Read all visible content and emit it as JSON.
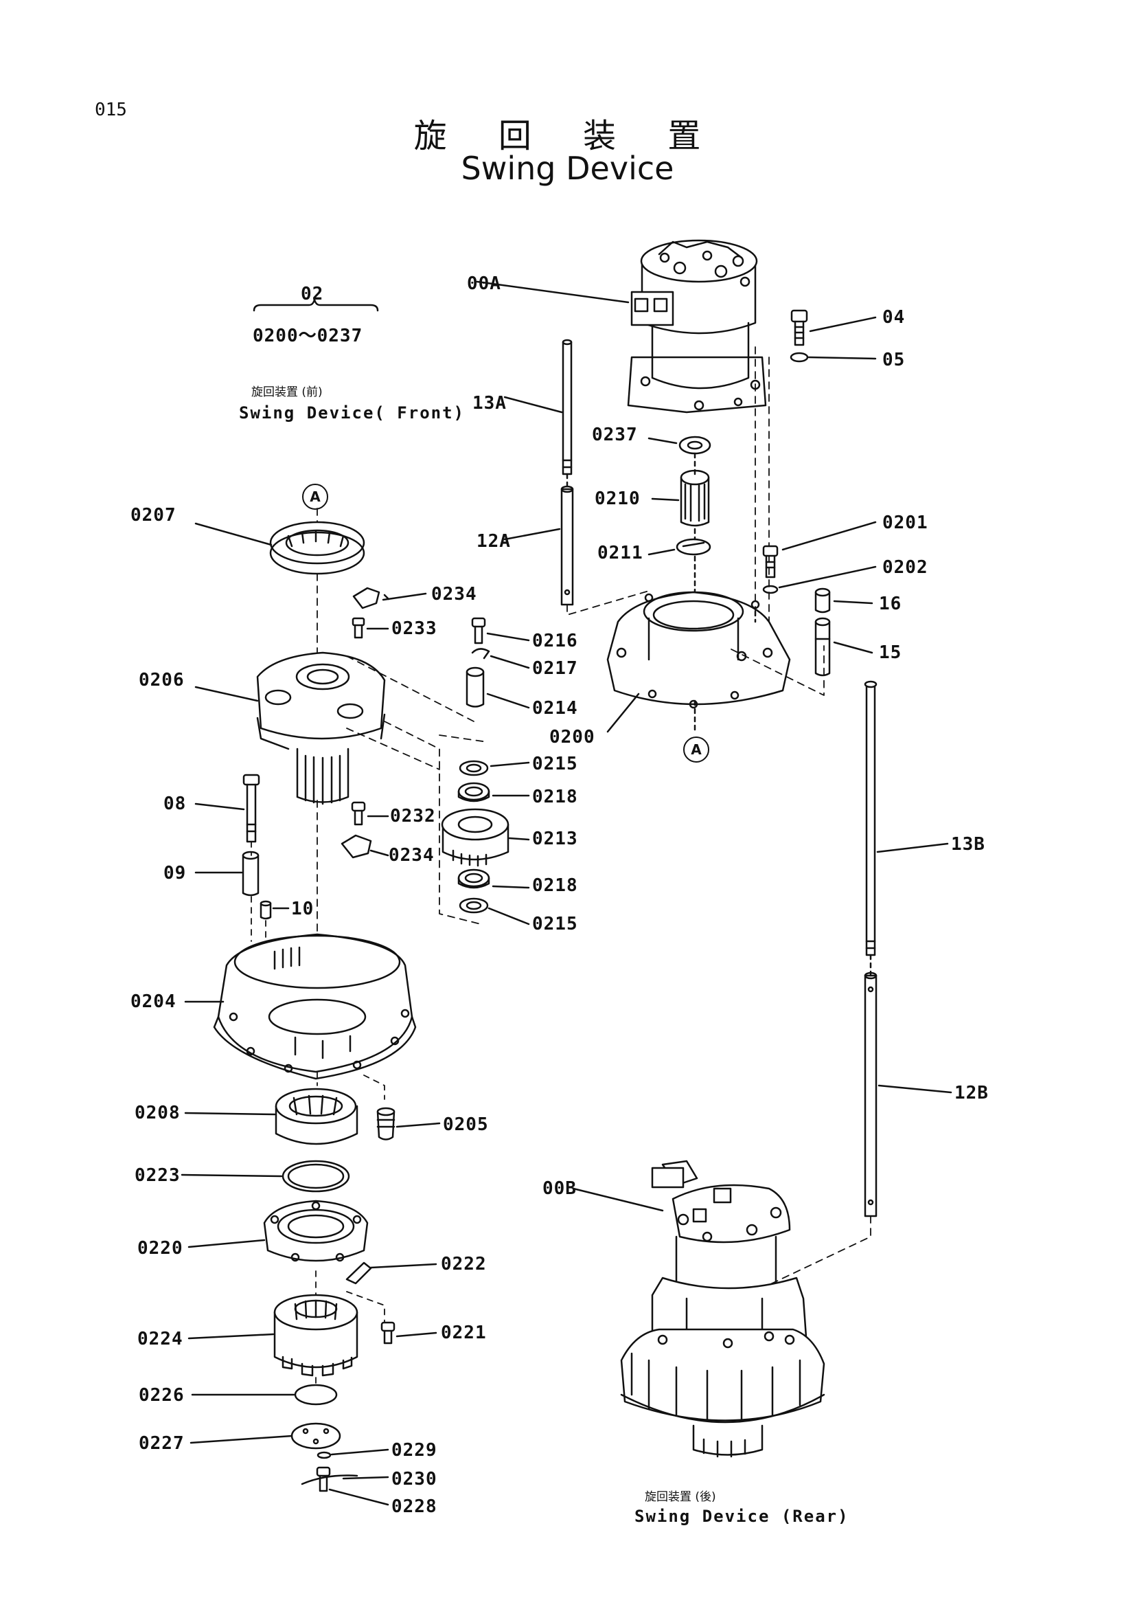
{
  "page_number": "015",
  "title_jp": "旋 回 装 置",
  "title_en": "Swing Device",
  "group": {
    "number": "02",
    "range": "0200〜0237"
  },
  "captions": {
    "front_jp": "旋回装置 (前)",
    "front_en": "Swing  Device( Front)",
    "rear_jp": "旋回装置 (後)",
    "rear_en": "Swing   Device (Rear)"
  },
  "ref_marks": [
    "A",
    "A"
  ],
  "labels": {
    "00A": "00A",
    "04": "04",
    "05": "05",
    "13A": "13A",
    "0237": "0237",
    "0210": "0210",
    "12A": "12A",
    "0211": "0211",
    "0201": "0201",
    "0202": "0202",
    "16": "16",
    "15": "15",
    "0207": "0207",
    "0234a": "0234",
    "0233": "0233",
    "0216": "0216",
    "0217": "0217",
    "0206": "0206",
    "0214": "0214",
    "0200": "0200",
    "0215a": "0215",
    "0218a": "0218",
    "08": "08",
    "0232": "0232",
    "0213": "0213",
    "0234b": "0234",
    "09": "09",
    "0218b": "0218",
    "10": "10",
    "0215b": "0215",
    "13B": "13B",
    "0204": "0204",
    "12B": "12B",
    "0208": "0208",
    "0205": "0205",
    "0223": "0223",
    "00B": "00B",
    "0220": "0220",
    "0222": "0222",
    "0224": "0224",
    "0221": "0221",
    "0226": "0226",
    "0227": "0227",
    "0229": "0229",
    "0230": "0230",
    "0228": "0228"
  }
}
